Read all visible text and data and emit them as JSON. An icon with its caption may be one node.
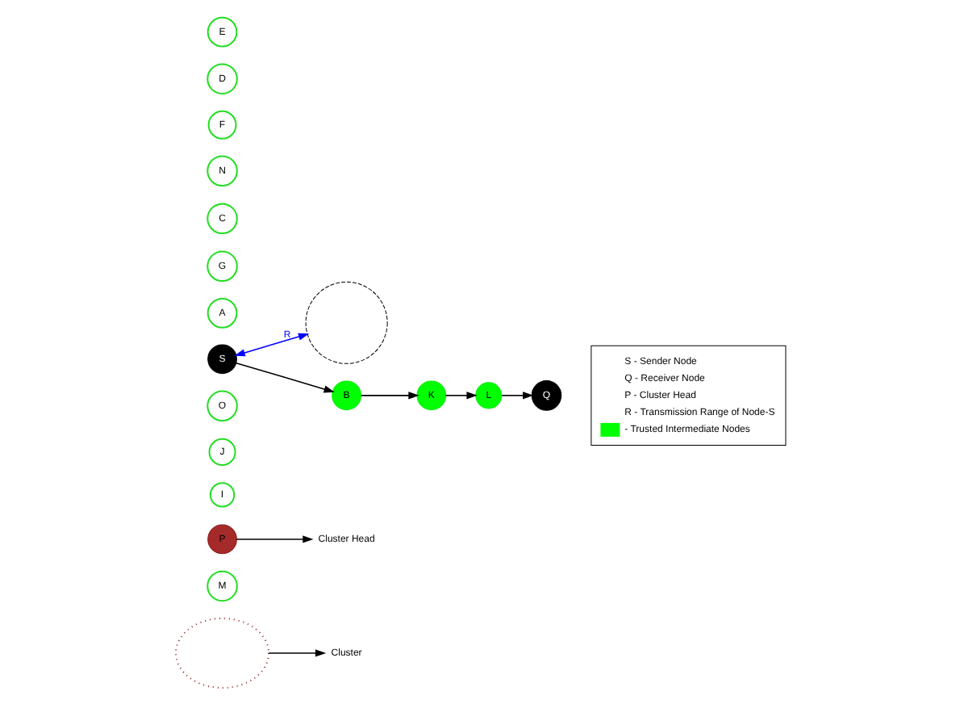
{
  "diagram": {
    "nodes": [
      {
        "text": [
          "Cluster"
        ]
      },
      {
        "text": [],
        "shape": "cloud"
      },
      {
        "text": [
          "M"
        ]
      },
      {
        "text": [
          "Cluster Head"
        ]
      },
      {
        "text": [
          "I"
        ]
      },
      {
        "text": [
          "J"
        ]
      },
      {
        "text": [
          "O"
        ]
      },
      {
        "text": [
          "P"
        ]
      },
      {
        "text": [],
        "shape": "circle"
      },
      {
        "text": [
          "A"
        ]
      },
      {
        "text": [
          "G"
        ]
      },
      {
        "text": [
          "C"
        ]
      },
      {
        "text": [
          "N"
        ]
      },
      {
        "text": [
          "F"
        ]
      },
      {
        "text": [
          "S"
        ]
      },
      {
        "text": [
          "B"
        ]
      },
      {
        "text": [
          "K"
        ]
      },
      {
        "text": [
          "D"
        ]
      },
      {
        "text": [
          "E"
        ]
      },
      {
        "text": [
          "L"
        ]
      },
      {
        "text": [
          "Q"
        ]
      }
    ],
    "edges": [
      {
        "from": 1,
        "to": 0,
        "arrow": "to"
      },
      {
        "from": 7,
        "to": 3,
        "arrow": "to"
      },
      {
        "from": 14,
        "to": 8,
        "arrow": "both",
        "label": "R",
        "color": "#0000ff"
      },
      {
        "from": 14,
        "to": 15,
        "arrow": "to"
      },
      {
        "from": 15,
        "to": 16,
        "arrow": "to"
      },
      {
        "from": 16,
        "to": 19,
        "arrow": "to"
      },
      {
        "from": 19,
        "to": 20,
        "arrow": "to"
      }
    ],
    "legend": [
      {
        "text": "S - Sender Node"
      },
      {
        "text": "Q - Receiver Node"
      },
      {
        "text": "P - Cluster Head"
      },
      {
        "text": "R - Transmission Range of Node-S"
      },
      {
        "text": "- Trusted Intermediate Nodes",
        "color": "#00ff00"
      }
    ]
  }
}
